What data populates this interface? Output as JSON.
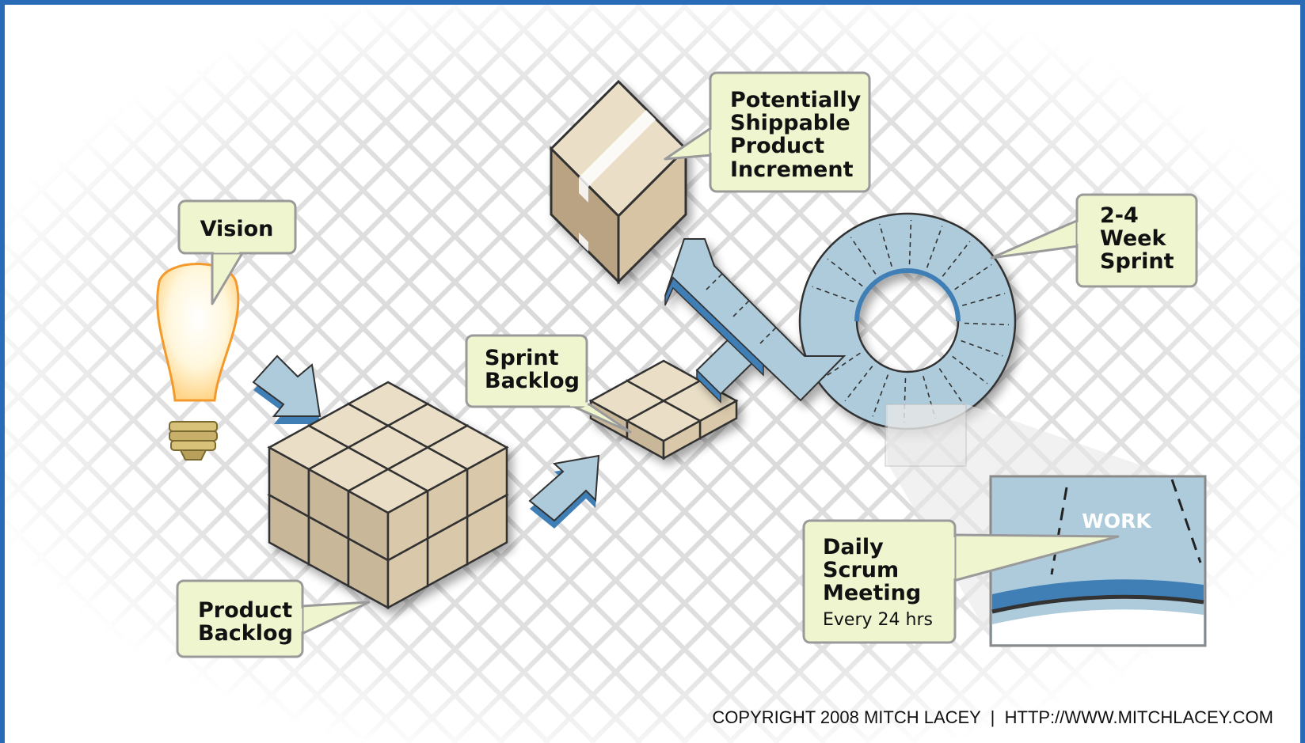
{
  "callouts": {
    "vision": "Vision",
    "product_backlog": [
      "Product",
      "Backlog"
    ],
    "sprint_backlog": [
      "Sprint",
      "Backlog"
    ],
    "increment": [
      "Potentially",
      "Shippable",
      "Product",
      "Increment"
    ],
    "sprint": [
      "2-4",
      "Week",
      "Sprint"
    ],
    "daily_scrum": [
      "Daily",
      "Scrum",
      "Meeting"
    ],
    "daily_scrum_sub": "Every 24 hrs"
  },
  "zoom": {
    "label": "WORK"
  },
  "footer": {
    "copyright": "COPYRIGHT 2008 MITCH LACEY  |  HTTP://WWW.MITCHLACEY.COM"
  },
  "colors": {
    "frame": "#2a6bb8",
    "callout_fill": "#eef5cf",
    "callout_stroke": "#9a9a9a",
    "box_top": "#eadfc6",
    "box_left": "#c9b79a",
    "box_right": "#d9c8a9",
    "track": "#aecbdb",
    "track_edge": "#3f7fb5",
    "grid": "#d8d8d8"
  }
}
